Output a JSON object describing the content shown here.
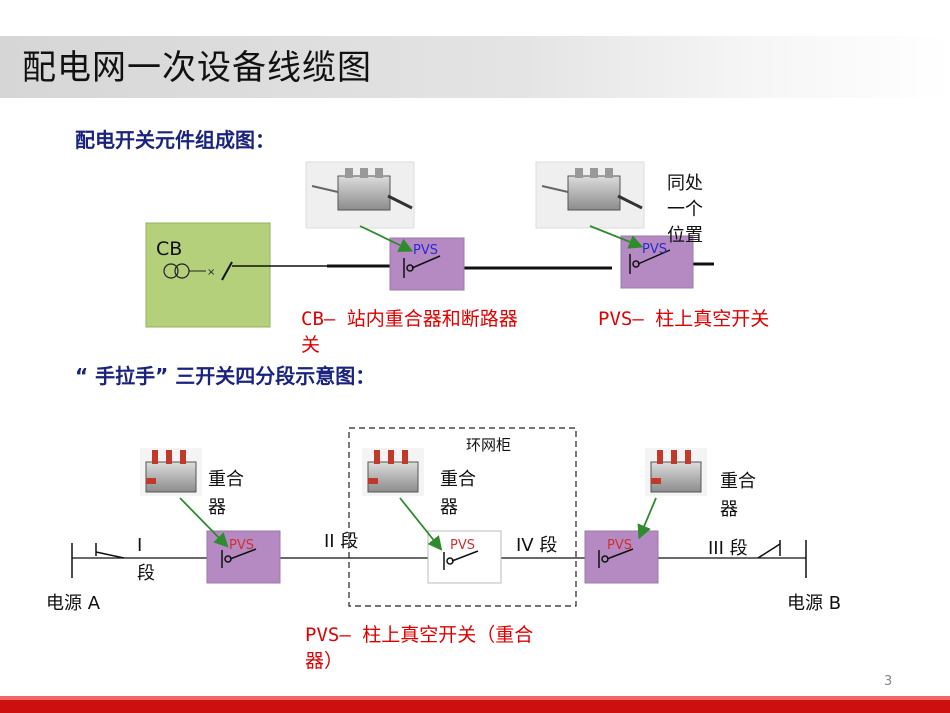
{
  "title": "配电网一次设备线缆图",
  "section1": {
    "heading": "配电开关元件组成图：",
    "cb_label": "CB",
    "pvs1": "PVS",
    "pvs2": "PVS",
    "same_place": [
      "同处",
      "一个",
      "位置"
    ],
    "legend_cb": "CB— 站内重合器和断路器",
    "legend_cb_wrap": "关",
    "legend_pvs": "PVS— 柱上真空开关"
  },
  "section2": {
    "heading": "“ 手拉手” 三开关四分段示意图：",
    "ring_cabinet": "环网柜",
    "recloser_top": "重合",
    "recloser_bottom": "器",
    "seg1_top": "I",
    "seg1_bottom": "段",
    "seg2": "II 段",
    "seg3": "III 段",
    "seg4": "IV 段",
    "pvs_a": "PVS",
    "pvs_b": "PVS",
    "pvs_c": "PVS",
    "source_a": "电源 A",
    "source_b": "电源 B",
    "legend_line1": "PVS— 柱上真空开关（重合",
    "legend_line2": "器）"
  },
  "page_number": "3",
  "colors": {
    "pvs_box": "#b58ac2",
    "cb_box": "#b5d07a",
    "legend_red": "#e00000",
    "heading_blue": "#1a237e",
    "arrow_green": "#2e8b2e",
    "bottom_bar": "#cc1010"
  }
}
